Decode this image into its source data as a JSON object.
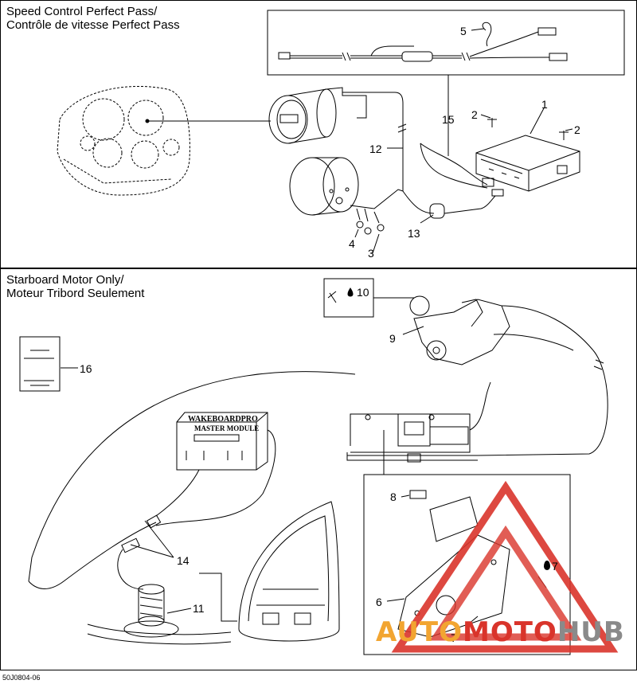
{
  "sections": {
    "top": {
      "title_line1": "Speed Control Perfect Pass/",
      "title_line2": "Contrôle de vitesse Perfect Pass"
    },
    "bottom": {
      "title_line1": "Starboard Motor Only/",
      "title_line2": "Moteur Tribord Seulement"
    }
  },
  "module_label": {
    "line1": "WAKEBOARDPRO",
    "line2": "MASTER MODULE"
  },
  "callouts": [
    "1",
    "2",
    "2",
    "3",
    "4",
    "5",
    "6",
    "7",
    "7",
    "8",
    "9",
    "10",
    "11",
    "12",
    "13",
    "14",
    "15",
    "16"
  ],
  "image_code": "50J0804-06",
  "watermark": {
    "auto": "AUTO",
    "moto": "MOTO",
    "hub": "HUB",
    "colors": {
      "red": "#d9342b",
      "orange": "#f2a531",
      "gray": "#8a8a8a"
    }
  }
}
